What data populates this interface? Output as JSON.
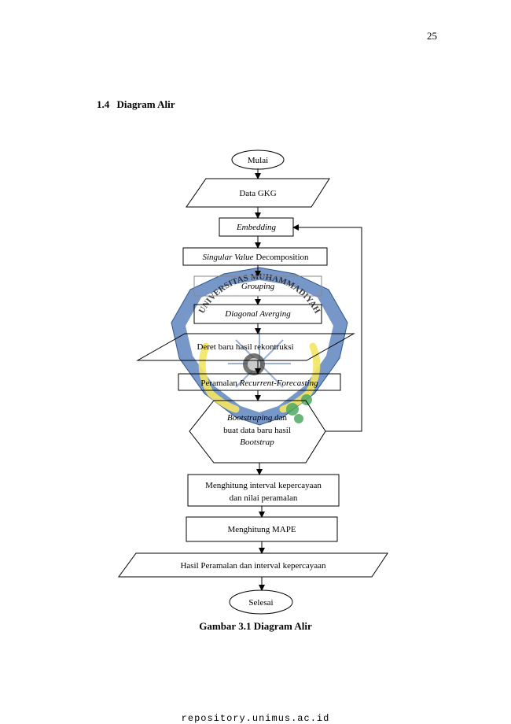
{
  "page": {
    "number": "25",
    "section_number": "1.4",
    "section_title": "Diagram Alir",
    "caption": "Gambar 3.1 Diagram Alir",
    "footer": "repository.unimus.ac.id"
  },
  "flowchart": {
    "start": "Mulai",
    "input": "Data GKG",
    "embedding": "Embedding",
    "svd_italic": "Singular Value",
    "svd_rest": " Decomposition",
    "grouping": "Grouping",
    "diagonal": "Diagonal Averging",
    "deret": "Deret baru hasil rekontruksi",
    "peramalan_prefix": "Peramalan ",
    "peramalan_italic": "Recurrent-Forecasting",
    "bootstrap_line1_italic": "Bootstraping",
    "bootstrap_line1_rest": " dan",
    "bootstrap_line2": "buat data baru hasil",
    "bootstrap_line3": "Bootstrap",
    "interval_line1": "Menghitung interval kepercayaan",
    "interval_line2": "dan nilai peramalan",
    "mape": "Menghitung MAPE",
    "hasil": "Hasil Peramalan dan interval kepercayaan",
    "end": "Selesai"
  },
  "watermark": {
    "text": "UNIVERSITAS MUHAMMADIYAH",
    "color_primary": "#1c4fa0",
    "color_accent": "#f2e14a",
    "color_green": "#2f9a45"
  }
}
